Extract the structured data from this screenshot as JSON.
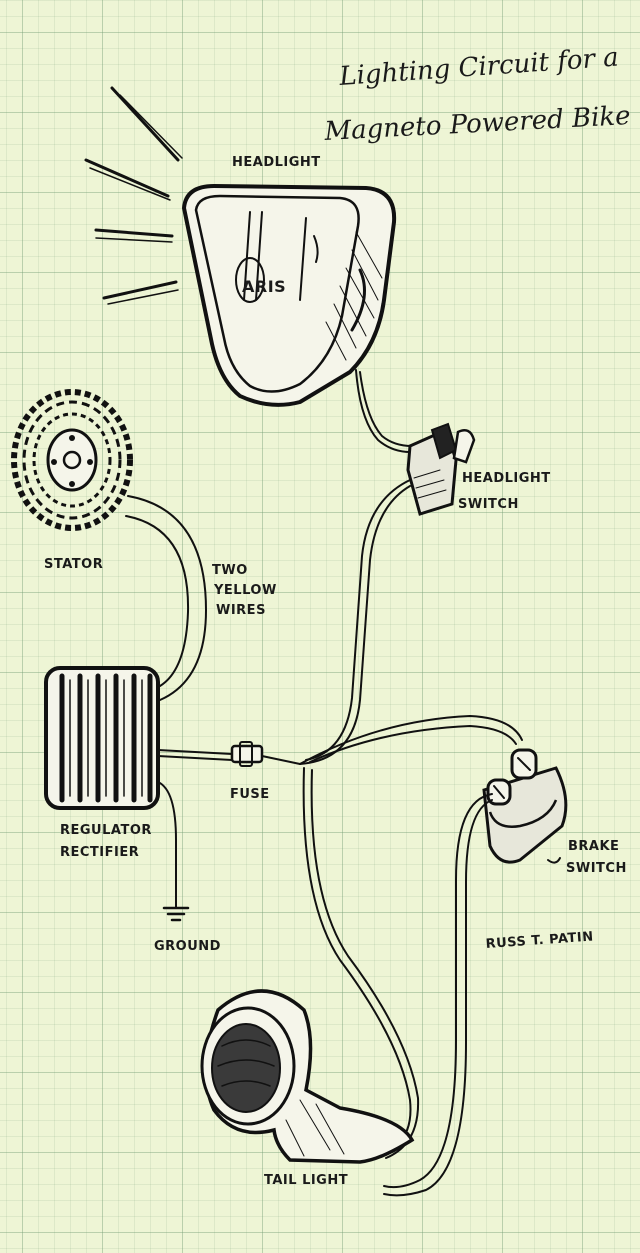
{
  "title": {
    "line1": "Lighting Circuit for a",
    "line2": "Magneto Powered Bike"
  },
  "labels": {
    "headlight": "HEADLIGHT",
    "headlight_switch_1": "HEADLIGHT",
    "headlight_switch_2": "SWITCH",
    "stator": "STATOR",
    "two_yellow_wires_1": "TWO",
    "two_yellow_wires_2": "YELLOW",
    "two_yellow_wires_3": "WIRES",
    "regulator_1": "REGULATOR",
    "regulator_2": "RECTIFIER",
    "fuse": "FUSE",
    "ground": "GROUND",
    "brake_switch_1": "BRAKE",
    "brake_switch_2": "SWITCH",
    "tail_light": "TAIL LIGHT",
    "signature": "RUSS T. PATIN",
    "headlight_brand": "ARIS"
  },
  "colors": {
    "paper": "#eef5d5",
    "grid": "#78a078",
    "ink": "#111111"
  }
}
